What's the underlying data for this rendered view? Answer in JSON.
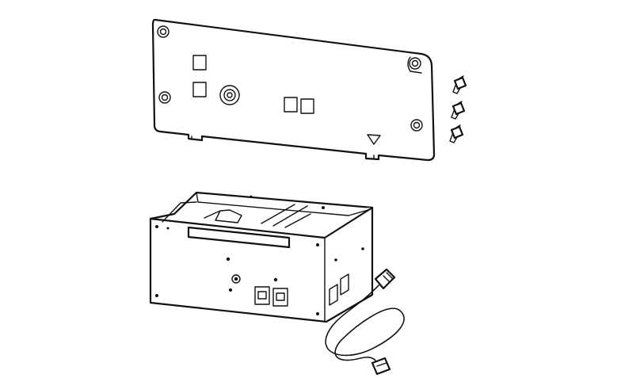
{
  "colors": {
    "stroke": "#111111",
    "background": "#ffffff"
  },
  "illustration": {
    "parts": [
      "cover-plate",
      "screws",
      "interface-box",
      "cable"
    ],
    "screw_count": 3
  }
}
